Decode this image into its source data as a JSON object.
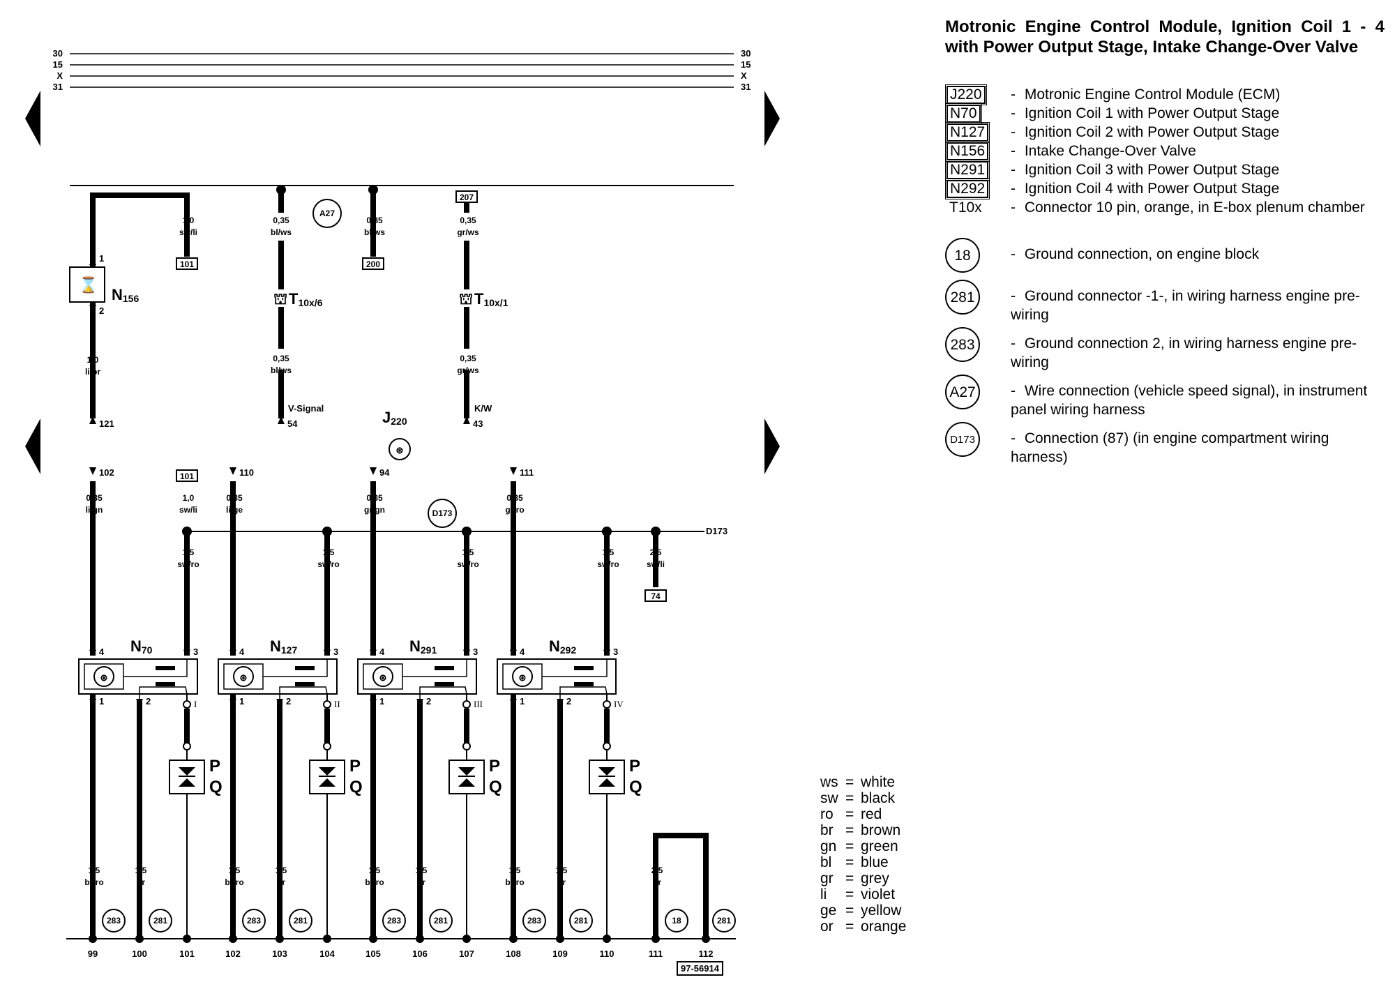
{
  "title": "Motronic Engine Control Module, Ignition Coil 1 - 4 with Power Output Stage, Intake Change-Over Valve",
  "legend": {
    "items": [
      {
        "code": "J220",
        "desc": "Motronic Engine Control Module (ECM)"
      },
      {
        "code": "N70",
        "desc": "Ignition Coil 1 with Power Output Stage"
      },
      {
        "code": "N127",
        "desc": "Ignition Coil 2 with Power Output Stage"
      },
      {
        "code": "N156",
        "desc": "Intake Change-Over Valve"
      },
      {
        "code": "N291",
        "desc": "Ignition Coil 3 with Power Output Stage"
      },
      {
        "code": "N292",
        "desc": "Ignition Coil 4 with Power Output Stage"
      },
      {
        "code": "T10x",
        "desc": "Connector 10 pin, orange, in E-box plenum chamber"
      }
    ],
    "grounds": [
      {
        "code": "18",
        "desc": "Ground connection, on engine block"
      },
      {
        "code": "281",
        "desc": "Ground connector -1-, in wiring harness engine pre-wiring"
      },
      {
        "code": "283",
        "desc": "Ground connection 2, in wiring harness engine pre-wiring"
      },
      {
        "code": "A27",
        "desc": "Wire connection (vehicle speed signal), in instrument panel wiring harness"
      },
      {
        "code": "D173",
        "desc": "Connection (87) (in engine compartment wiring harness)"
      }
    ]
  },
  "colors": [
    {
      "abbr": "ws",
      "name": "white"
    },
    {
      "abbr": "sw",
      "name": "black"
    },
    {
      "abbr": "ro",
      "name": "red"
    },
    {
      "abbr": "br",
      "name": "brown"
    },
    {
      "abbr": "gn",
      "name": "green"
    },
    {
      "abbr": "bl",
      "name": "blue"
    },
    {
      "abbr": "gr",
      "name": "grey"
    },
    {
      "abbr": "li",
      "name": "violet"
    },
    {
      "abbr": "ge",
      "name": "yellow"
    },
    {
      "abbr": "or",
      "name": "orange"
    }
  ],
  "rails": {
    "r30": "30",
    "r15": "15",
    "rx": "X",
    "r31": "31"
  },
  "upper": {
    "n156_wire": {
      "size": "1,0",
      "color": "sw/li",
      "ref": "101"
    },
    "n156": {
      "name": "N",
      "sub": "156",
      "pin_top": "1",
      "pin_bottom": "2"
    },
    "n156_lower": {
      "size": "1,0",
      "color": "li/br",
      "pin": "121"
    },
    "a27": "A27",
    "wire_a": {
      "size": "0,35",
      "color": "bl/ws"
    },
    "wire_b": {
      "size": "0,35",
      "color": "bl/ws",
      "ref": "200"
    },
    "wire_c": {
      "size": "0,35",
      "color": "gr/ws",
      "ref": "207"
    },
    "t10x6": {
      "name": "T",
      "sub": "10x/6"
    },
    "t10x1": {
      "name": "T",
      "sub": "10x/1"
    },
    "wire_a_lower": {
      "size": "0,35",
      "color": "bl/ws",
      "signal": "V-Signal",
      "pin": "54"
    },
    "wire_c_lower": {
      "size": "0,35",
      "color": "gr/ws",
      "signal": "K/W",
      "pin": "43"
    },
    "j220": {
      "name": "J",
      "sub": "220"
    }
  },
  "lower": {
    "pins_top": [
      "102",
      "110",
      "94",
      "111"
    ],
    "ref_101": "101",
    "wires_top": [
      {
        "size": "0,35",
        "color": "li/gn"
      },
      {
        "size": "1,0",
        "color": "sw/li"
      },
      {
        "size": "0,35",
        "color": "li/ge"
      },
      {
        "size": "0,35",
        "color": "gr/gn"
      },
      {
        "size": "0,35",
        "color": "gr/ro"
      }
    ],
    "d173_circle": "D173",
    "d173_label": "D173",
    "bus_drops": [
      {
        "size": "1,5",
        "color": "sw/ro"
      },
      {
        "size": "1,5",
        "color": "sw/ro"
      },
      {
        "size": "1,5",
        "color": "sw/ro"
      },
      {
        "size": "1,5",
        "color": "sw/ro"
      },
      {
        "size": "2,5",
        "color": "sw/li",
        "ref": "74"
      }
    ],
    "coils": [
      {
        "name": "N",
        "sub": "70",
        "roman": "I"
      },
      {
        "name": "N",
        "sub": "127",
        "roman": "II"
      },
      {
        "name": "N",
        "sub": "291",
        "roman": "III"
      },
      {
        "name": "N",
        "sub": "292",
        "roman": "IV"
      }
    ],
    "pin_labels": {
      "p1": "1",
      "p2": "2",
      "p3": "3",
      "p4": "4"
    },
    "spark": {
      "p": "P",
      "q": "Q"
    },
    "wires_bottom": [
      {
        "size": "1,5",
        "color": "br/ro"
      },
      {
        "size": "1,5",
        "color": "br"
      },
      {
        "size": "2,5",
        "color": "br"
      }
    ],
    "ground_circles": [
      "283",
      "281",
      "18"
    ],
    "bottom_numbers": [
      "99",
      "100",
      "101",
      "102",
      "103",
      "104",
      "105",
      "106",
      "107",
      "108",
      "109",
      "110",
      "111",
      "112"
    ],
    "ref_tag": "97-56914"
  }
}
